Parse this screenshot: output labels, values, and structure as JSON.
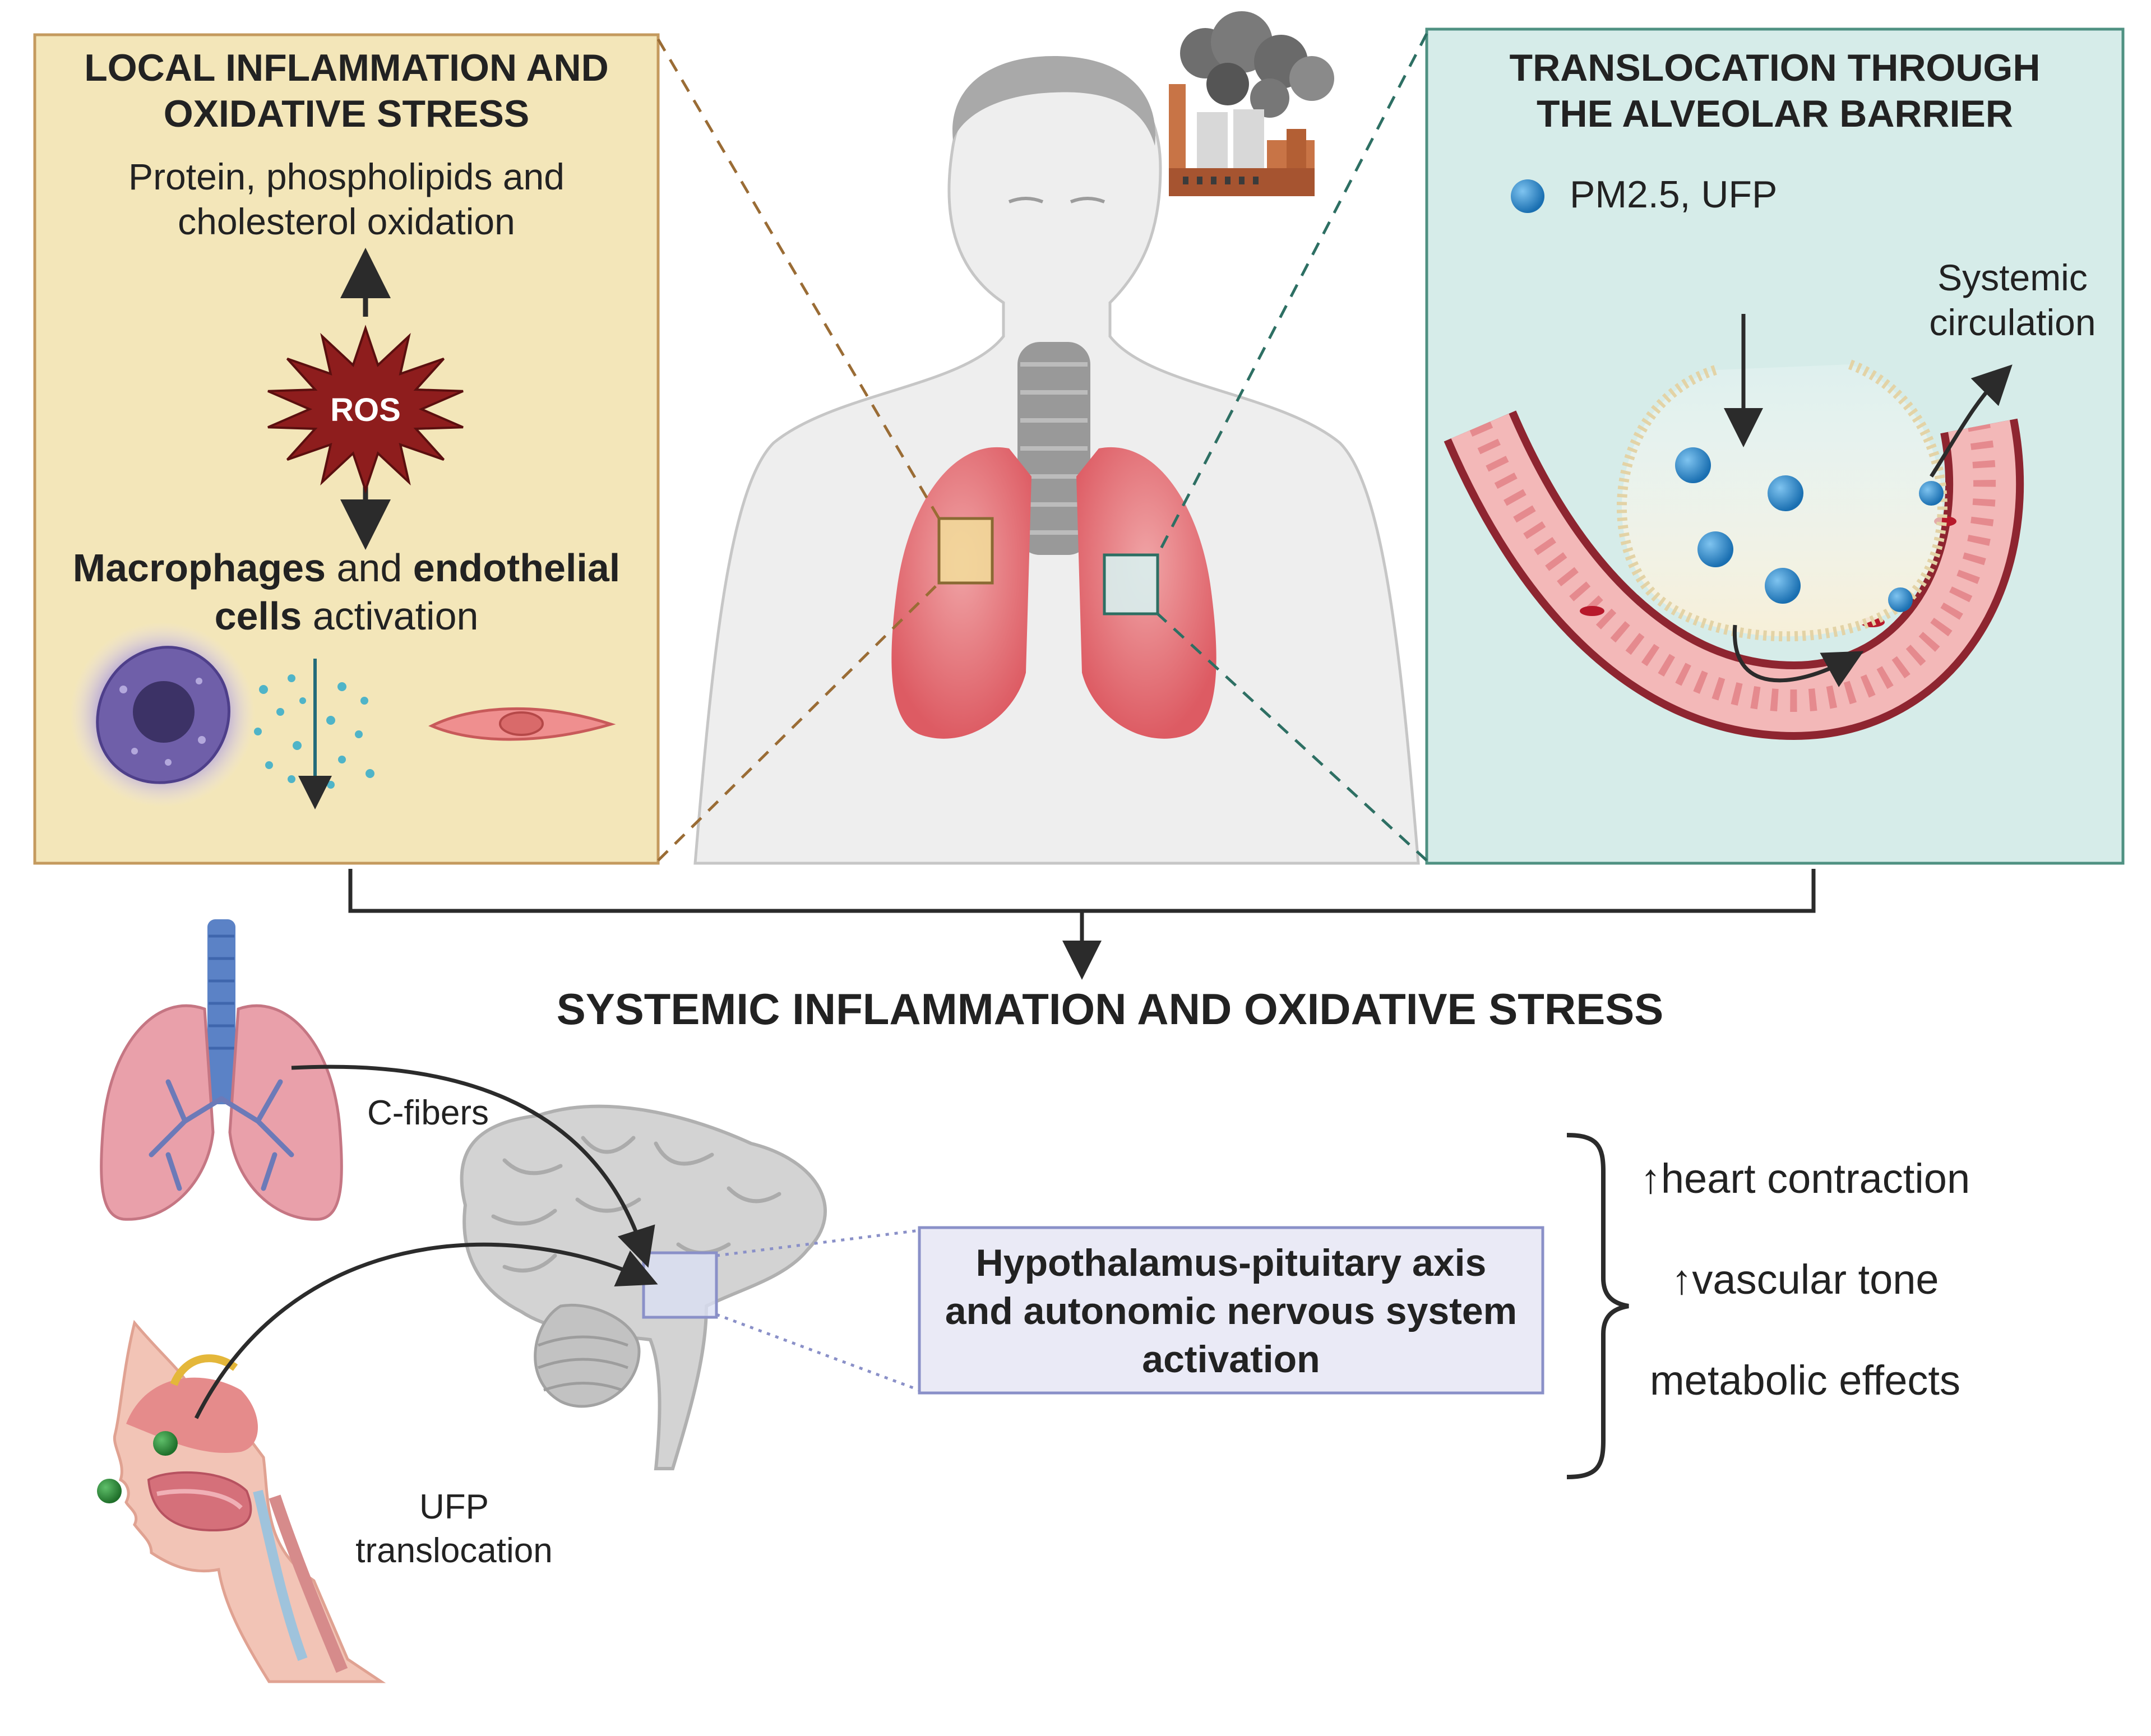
{
  "left_panel": {
    "title_line1": "LOCAL INFLAMMATION AND",
    "title_line2": "OXIDATIVE STRESS",
    "oxidation_line1": "Protein, phospholipids and",
    "oxidation_line2": "cholesterol oxidation",
    "ros_label": "ROS",
    "activation_macrophages": "Macrophages",
    "activation_and": " and ",
    "activation_endothelial": "endothelial",
    "activation_cells": "cells",
    "activation_rest": " activation",
    "fill_color": "#f3e6b9",
    "border_color": "#c49a5e"
  },
  "right_panel": {
    "title_line1": "TRANSLOCATION THROUGH",
    "title_line2": "THE ALVEOLAR BARRIER",
    "legend_label": "PM2.5, UFP",
    "circulation_line1": "Systemic",
    "circulation_line2": "circulation",
    "fill_color": "#d6ece9",
    "border_color": "#4f9182"
  },
  "center": {
    "systemic_title": "SYSTEMIC INFLAMMATION AND OXIDATIVE STRESS"
  },
  "lower": {
    "c_fibers_label": "C-fibers",
    "ufp_line1": "UFP",
    "ufp_line2": "translocation",
    "hpa_line1": "Hypothalamus-pituitary axis",
    "hpa_line2": "and autonomic nervous system",
    "hpa_line3": "activation",
    "effect_heart": "↑heart contraction",
    "effect_vascular": "↑vascular tone",
    "effect_metabolic": "metabolic effects"
  },
  "colors": {
    "ros": "#8e1d1d",
    "lung": "#e0656c",
    "particle": "#2a86c9",
    "ufp_particle": "#2f8a3d",
    "box_fill": "#eaeaf6",
    "box_border": "#8a90c8"
  }
}
